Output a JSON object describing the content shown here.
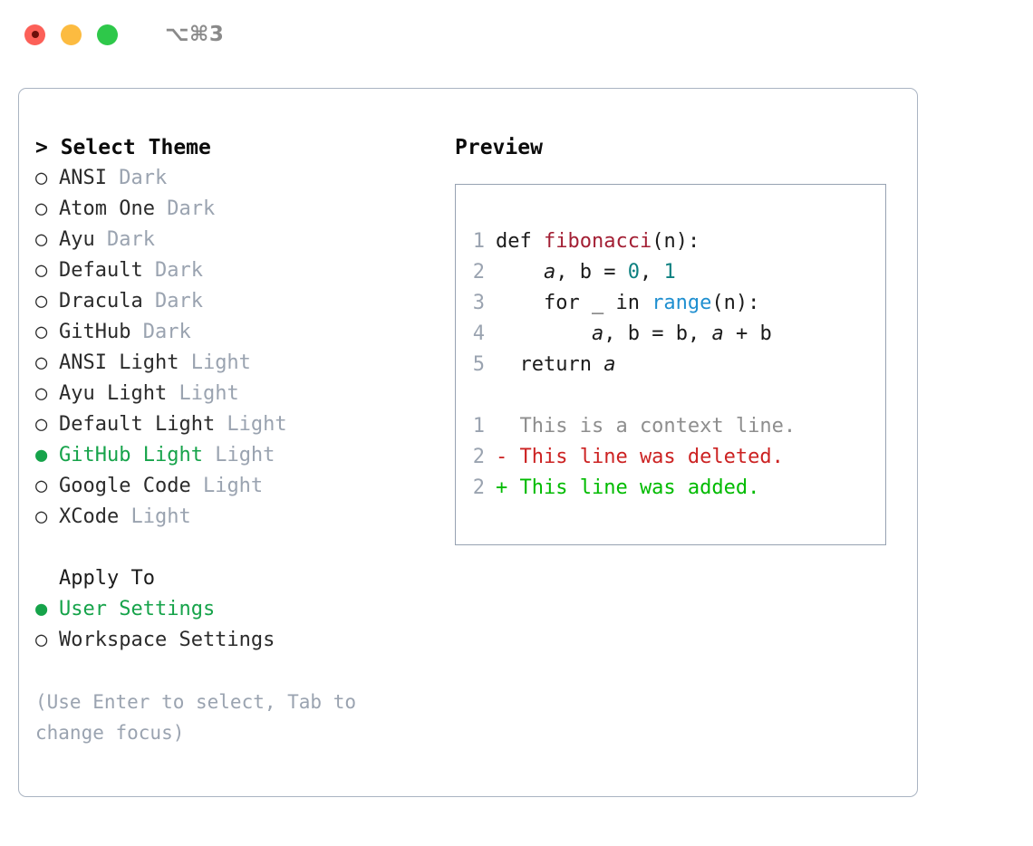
{
  "window": {
    "shortcut": "⌥⌘3",
    "traffic_lights": [
      "close-red",
      "minimize-yellow",
      "maximize-green"
    ],
    "colors": {
      "accent_green": "#16a34a",
      "border": "#aab4c2",
      "muted": "#9aa3b0",
      "diff_add": "#00bb00",
      "diff_del": "#cc2222"
    }
  },
  "theme_picker": {
    "title": "> Select Theme",
    "selected_marker": "●",
    "unselected_marker": "○",
    "items": [
      {
        "label": "ANSI",
        "suffix": "Dark",
        "selected": false
      },
      {
        "label": "Atom One",
        "suffix": "Dark",
        "selected": false
      },
      {
        "label": "Ayu",
        "suffix": "Dark",
        "selected": false
      },
      {
        "label": "Default",
        "suffix": "Dark",
        "selected": false
      },
      {
        "label": "Dracula",
        "suffix": "Dark",
        "selected": false
      },
      {
        "label": "GitHub",
        "suffix": "Dark",
        "selected": false
      },
      {
        "label": "ANSI Light",
        "suffix": "Light",
        "selected": false
      },
      {
        "label": "Ayu Light",
        "suffix": "Light",
        "selected": false
      },
      {
        "label": "Default Light",
        "suffix": "Light",
        "selected": false
      },
      {
        "label": "GitHub Light",
        "suffix": "Light",
        "selected": true
      },
      {
        "label": "Google Code",
        "suffix": "Light",
        "selected": false
      },
      {
        "label": "XCode",
        "suffix": "Light",
        "selected": false
      }
    ]
  },
  "apply_to": {
    "title": "Apply To",
    "items": [
      {
        "label": "User Settings",
        "selected": true
      },
      {
        "label": "Workspace Settings",
        "selected": false
      }
    ]
  },
  "hint": "(Use Enter to select, Tab to change focus)",
  "preview": {
    "title": "Preview",
    "code_lines": [
      {
        "number": "1",
        "tokens": [
          {
            "text": "def ",
            "kind": "plain"
          },
          {
            "text": "fibonacci",
            "kind": "fn"
          },
          {
            "text": "(n):",
            "kind": "plain"
          }
        ]
      },
      {
        "number": "2",
        "tokens": [
          {
            "text": "    ",
            "kind": "plain"
          },
          {
            "text": "a",
            "kind": "var"
          },
          {
            "text": ", ",
            "kind": "plain"
          },
          {
            "text": "b",
            "kind": "plain"
          },
          {
            "text": " = ",
            "kind": "plain"
          },
          {
            "text": "0",
            "kind": "num"
          },
          {
            "text": ", ",
            "kind": "plain"
          },
          {
            "text": "1",
            "kind": "num"
          }
        ]
      },
      {
        "number": "3",
        "tokens": [
          {
            "text": "    for _ in ",
            "kind": "plain"
          },
          {
            "text": "range",
            "kind": "kw"
          },
          {
            "text": "(n):",
            "kind": "plain"
          }
        ]
      },
      {
        "number": "4",
        "tokens": [
          {
            "text": "        ",
            "kind": "plain"
          },
          {
            "text": "a",
            "kind": "var"
          },
          {
            "text": ", ",
            "kind": "plain"
          },
          {
            "text": "b",
            "kind": "plain"
          },
          {
            "text": " = ",
            "kind": "plain"
          },
          {
            "text": "b",
            "kind": "plain"
          },
          {
            "text": ", ",
            "kind": "plain"
          },
          {
            "text": "a",
            "kind": "var"
          },
          {
            "text": " + ",
            "kind": "plain"
          },
          {
            "text": "b",
            "kind": "plain"
          }
        ]
      },
      {
        "number": "5",
        "tokens": [
          {
            "text": "  return ",
            "kind": "plain"
          },
          {
            "text": "a",
            "kind": "var"
          }
        ]
      }
    ],
    "diff_lines": [
      {
        "number": "1",
        "sign": " ",
        "text": " This is a context line.",
        "kind": "ctx"
      },
      {
        "number": "2",
        "sign": "-",
        "text": " This line was deleted.",
        "kind": "del"
      },
      {
        "number": "2",
        "sign": "+",
        "text": " This line was added.",
        "kind": "add"
      }
    ]
  }
}
